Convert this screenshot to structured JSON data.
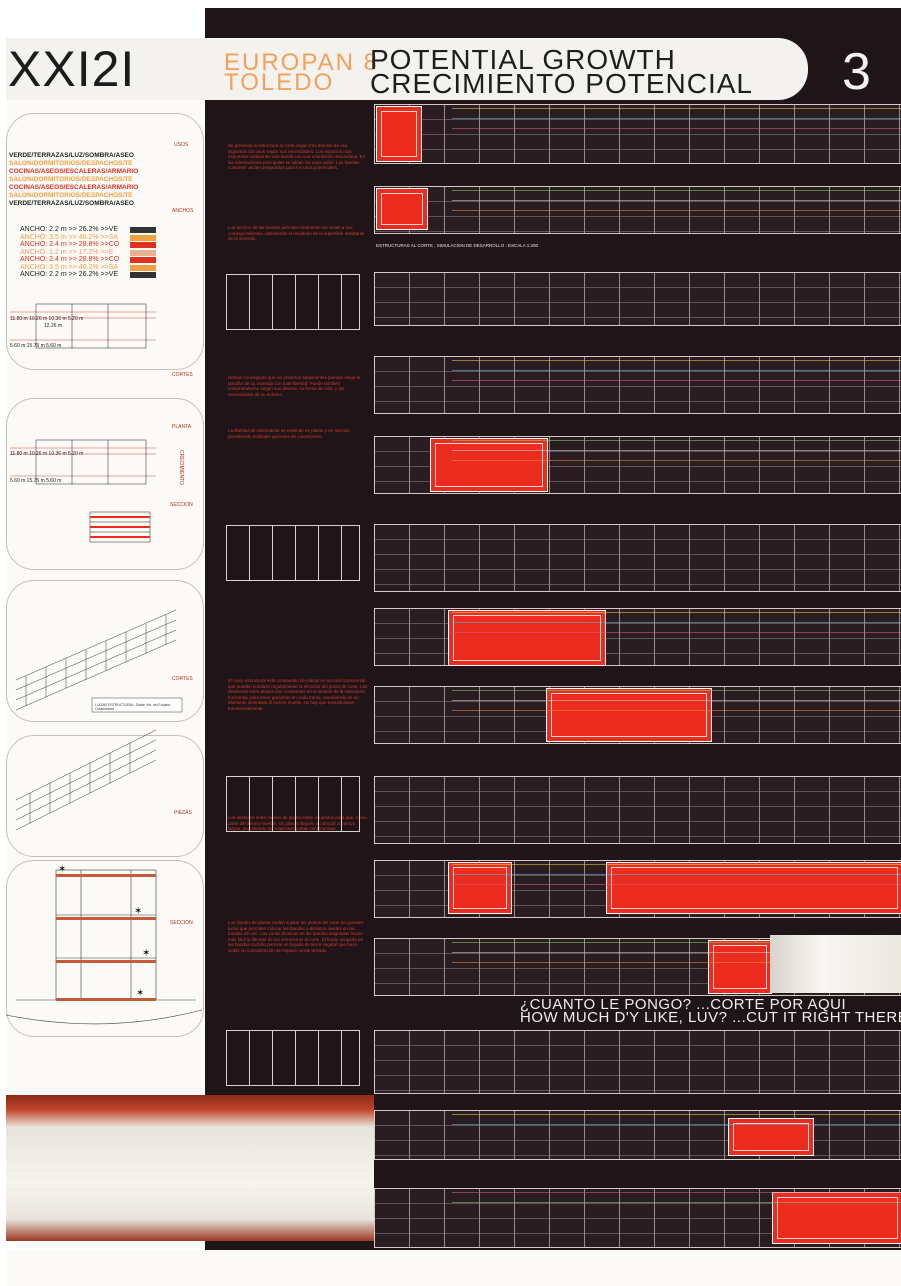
{
  "header": {
    "code": "XXI2I",
    "competition_line1": "EUROPAN 8",
    "competition_line2": "TOLEDO",
    "title_en": "POTENTIAL GROWTH",
    "title_es": "CRECIMIENTO POTENCIAL",
    "page_number": "3"
  },
  "left_panel": {
    "section_labels": [
      "USOS",
      "ANCHOS",
      "CORTES",
      "PLANTA",
      "CRECIMIENTO",
      "SECCION",
      "CORTES",
      "PIEZAS",
      "SECCION"
    ],
    "programs": [
      {
        "text": "VERDE/TERRAZAS/LUZ/SOMBRA/ASEO",
        "color": "#222222"
      },
      {
        "text": "SALON/DORMITORIOS/DESPACHOS/TE",
        "color": "#f0a040"
      },
      {
        "text": "COCINAS/ASEOS/ESCALERAS/ARMARIO",
        "color": "#e03020"
      },
      {
        "text": "SALON/DORMITORIOS/DESPACHOS/TE",
        "color": "#f0a040"
      },
      {
        "text": "COCINAS/ASEOS/ESCALERAS/ARMARIO",
        "color": "#e03020"
      },
      {
        "text": "SALON/DORMITORIOS/DESPACHOS/TE",
        "color": "#f0a040"
      },
      {
        "text": "VERDE/TERRAZAS/LUZ/SOMBRA/ASEO",
        "color": "#222222"
      }
    ],
    "anchos": [
      {
        "text": "ANCHO: 2.2 m >> 26.2% >>VE",
        "color": "#222222",
        "swatch": "#333333"
      },
      {
        "text": "ANCHO: 3.5 m >> 40.2% >>SA",
        "color": "#f0a040",
        "swatch": "#f0a040"
      },
      {
        "text": "ANCHO: 2.4 m >> 28.8% >>CO",
        "color": "#e03020",
        "swatch": "#e03020"
      },
      {
        "text": "ANCHO: 1.2 m >> 17.2% >>E",
        "color": "#e8a070",
        "swatch": "#e8b090"
      },
      {
        "text": "ANCHO: 2.4 m >> 28.8% >>CO",
        "color": "#e03020",
        "swatch": "#e03020"
      },
      {
        "text": "ANCHO: 3.5 m >> 40.2% >>SA",
        "color": "#f0a040",
        "swatch": "#f0a040"
      },
      {
        "text": "ANCHO: 2.2 m >> 26.2% >>VE",
        "color": "#222222",
        "swatch": "#333333"
      }
    ],
    "dims_row1": "11.80 m   10.26 m  10.36 m  5.20 m",
    "dims_row1b": "12.26 m",
    "dims_row2": "5.60 m  15.75 m        5.60 m",
    "caption_lugar": "LUGAR ESTRUCTURAL: Doble Vid. del Forjado Colaborante"
  },
  "section_caption": "ESTRUCTURAS AL CORTE : SIMULACION DE DESARROLLO : ESCALA 1:200",
  "slogan": {
    "line1": "¿CUANTO LE PONGO?      ...CORTE POR AQUI",
    "line2": "HOW MUCH D'Y LIKE, LUV? ...CUT IT RIGHT THERE"
  },
  "colors": {
    "background_dark": "#1f1418",
    "accent_red": "#ec2c1f",
    "accent_orange": "#f2a05a",
    "paper": "#fbfaf6"
  }
}
